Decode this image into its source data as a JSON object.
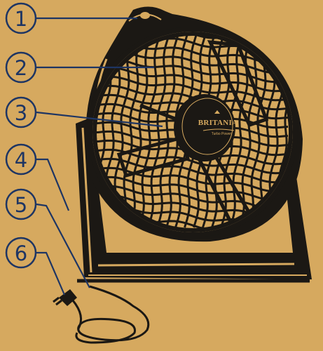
{
  "brand": {
    "name": "BRITANIA",
    "sub": "Turbo Power"
  },
  "callouts": [
    {
      "number": "1"
    },
    {
      "number": "2"
    },
    {
      "number": "3"
    },
    {
      "number": "4"
    },
    {
      "number": "5"
    },
    {
      "number": "6"
    }
  ],
  "colors": {
    "background": "#d6a95f",
    "ink": "#1b1814",
    "callout": "#1e3563"
  }
}
